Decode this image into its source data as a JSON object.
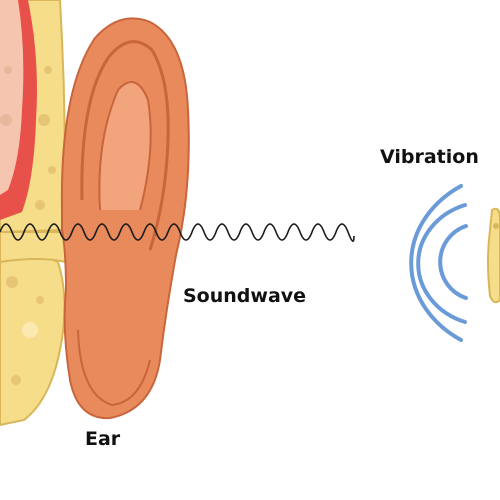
{
  "labels": {
    "soundwave": "Soundwave",
    "ear": "Ear",
    "vibration": "Vibration"
  },
  "colors": {
    "ear_skin": "#e98a5c",
    "ear_skin_dark": "#c9653c",
    "ear_skin_light": "#f2a57c",
    "bone": "#f6dd8a",
    "bone_dark": "#d9b65a",
    "bone_spot": "#e6c574",
    "canal_red": "#e8504a",
    "canal_pink": "#f6c5b0",
    "wave_line": "#1a1a1a",
    "vibration_arc": "#6a9bd8",
    "text": "#111111"
  }
}
